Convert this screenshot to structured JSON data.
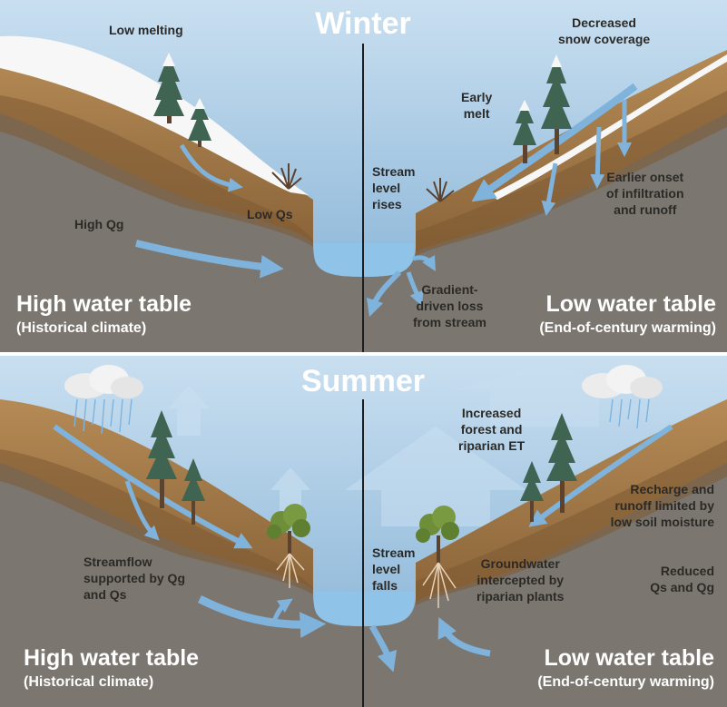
{
  "winter": {
    "title": "Winter",
    "left": {
      "low_melting": "Low melting",
      "high_qg": "High Qg",
      "low_qs": "Low Qs",
      "water_table": "High water table",
      "climate": "(Historical climate)"
    },
    "right": {
      "decreased_snow": [
        "Decreased",
        "snow coverage"
      ],
      "early_melt": [
        "Early",
        "melt"
      ],
      "stream_rises": [
        "Stream",
        "level",
        "rises"
      ],
      "infiltration": [
        "Earlier onset",
        "of infiltration",
        "and runoff"
      ],
      "gradient_loss": [
        "Gradient-",
        "driven loss",
        "from stream"
      ],
      "water_table": "Low water table",
      "climate": "(End-of-century warming)"
    }
  },
  "summer": {
    "title": "Summer",
    "left": {
      "streamflow": [
        "Streamflow",
        "supported by Qg",
        "and Qs"
      ],
      "water_table": "High water table",
      "climate": "(Historical climate)"
    },
    "right": {
      "forest_et": [
        "Increased",
        "forest and",
        "riparian ET"
      ],
      "recharge": [
        "Recharge and",
        "runoff limited by",
        "low soil moisture"
      ],
      "stream_falls": [
        "Stream",
        "level",
        "falls"
      ],
      "groundwater": [
        "Groundwater",
        "intercepted by",
        "riparian plants"
      ],
      "reduced": [
        "Reduced",
        "Qs and Qg"
      ],
      "water_table": "Low water table",
      "climate": "(End-of-century warming)"
    }
  },
  "colors": {
    "sky_top": "#c9dff0",
    "sky_bottom": "#7faed3",
    "soil_top": "#b58a55",
    "soil_dark": "#7d5a33",
    "bedrock": "#7b7670",
    "water": "#8fc3e8",
    "arrow": "#7fb3dc",
    "snow": "#f7f7f7",
    "tree": "#3f6452"
  }
}
